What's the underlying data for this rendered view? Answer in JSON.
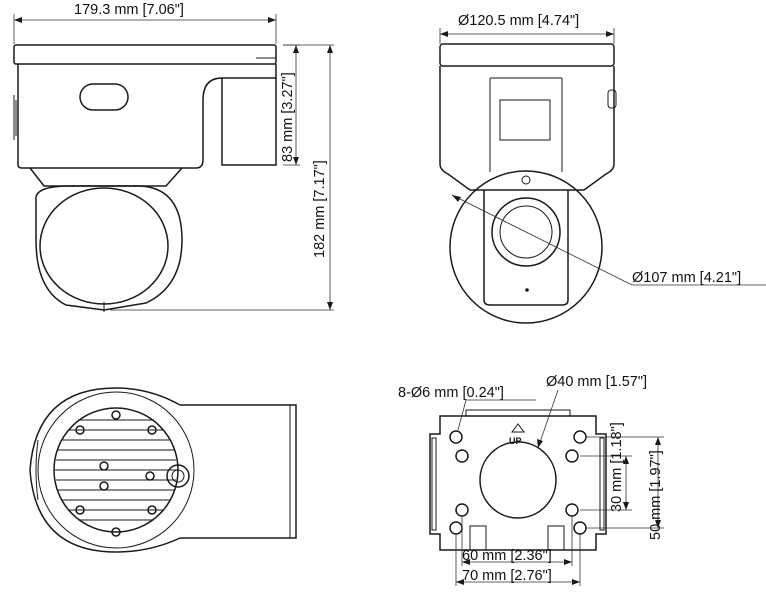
{
  "views": {
    "side": {
      "width_label": "179.3 mm [7.06\"]",
      "head_height_label": "83 mm [3.27\"]",
      "total_height_label": "182 mm [7.17\"]"
    },
    "front": {
      "top_diameter_label": "Ø120.5 mm [4.74\"]",
      "ball_diameter_label": "Ø107 mm [4.21\"]"
    },
    "bottom": {},
    "mount_plate": {
      "hole_label": "8-Ø6 mm [0.24\"]",
      "center_hole_label": "Ø40 mm [1.57\"]",
      "up_label": "UP",
      "vertical_small_label": "30 mm [1.18\"]",
      "vertical_large_label": "50 mm [1.97\"]",
      "horizontal_small_label": "60 mm [2.36\"]",
      "horizontal_large_label": "70 mm [2.76\"]"
    }
  },
  "colors": {
    "line": "#1a1a1a",
    "text": "#111111",
    "background": "#ffffff"
  }
}
